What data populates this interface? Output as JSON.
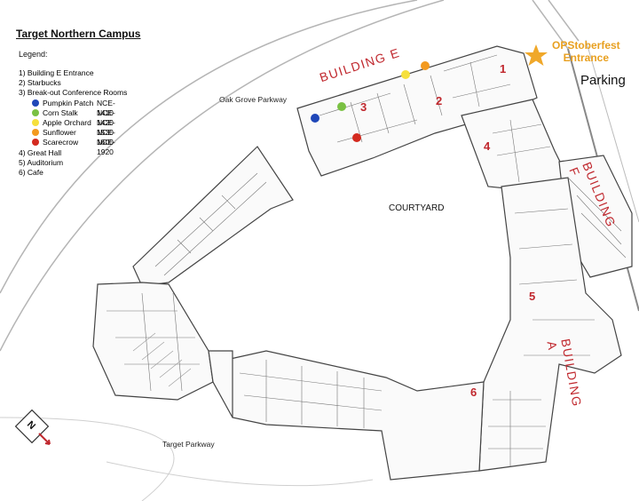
{
  "title": "Target Northern Campus",
  "legend": {
    "heading": "Legend:",
    "items": [
      "1) Building E Entrance",
      "2) Starbucks",
      "3) Break-out Conference Rooms",
      "4) Great Hall",
      "5) Auditorium",
      "6) Cafe"
    ],
    "rooms": [
      {
        "name": "Pumpkin Patch",
        "code": "NCE-1410",
        "color": "#1f47b8"
      },
      {
        "name": "Corn Stalk",
        "code": "NCE-1420",
        "color": "#7ac143"
      },
      {
        "name": "Apple Orchard",
        "code": "NCE-1530",
        "color": "#f6e03c"
      },
      {
        "name": "Sunflower",
        "code": "NCE-1600",
        "color": "#f39a1f"
      },
      {
        "name": "Scarecrow",
        "code": "NCE-1920",
        "color": "#d42a1f"
      }
    ]
  },
  "labels": {
    "courtyard": "COURTYARD",
    "parking": "Parking",
    "entrance_line1": "OPStoberfest",
    "entrance_line2": "Entrance",
    "oak_grove": "Oak Grove Parkway",
    "target_parkway": "Target Parkway",
    "compass": "N"
  },
  "buildings": {
    "e": "BUILDING E",
    "f": "BUILDING F",
    "a": "BUILDING A"
  },
  "markers": [
    "1",
    "2",
    "3",
    "4",
    "5",
    "6"
  ],
  "colors": {
    "label_red": "#c0272d",
    "entrance_orange": "#e8a020",
    "wall": "#444444"
  }
}
